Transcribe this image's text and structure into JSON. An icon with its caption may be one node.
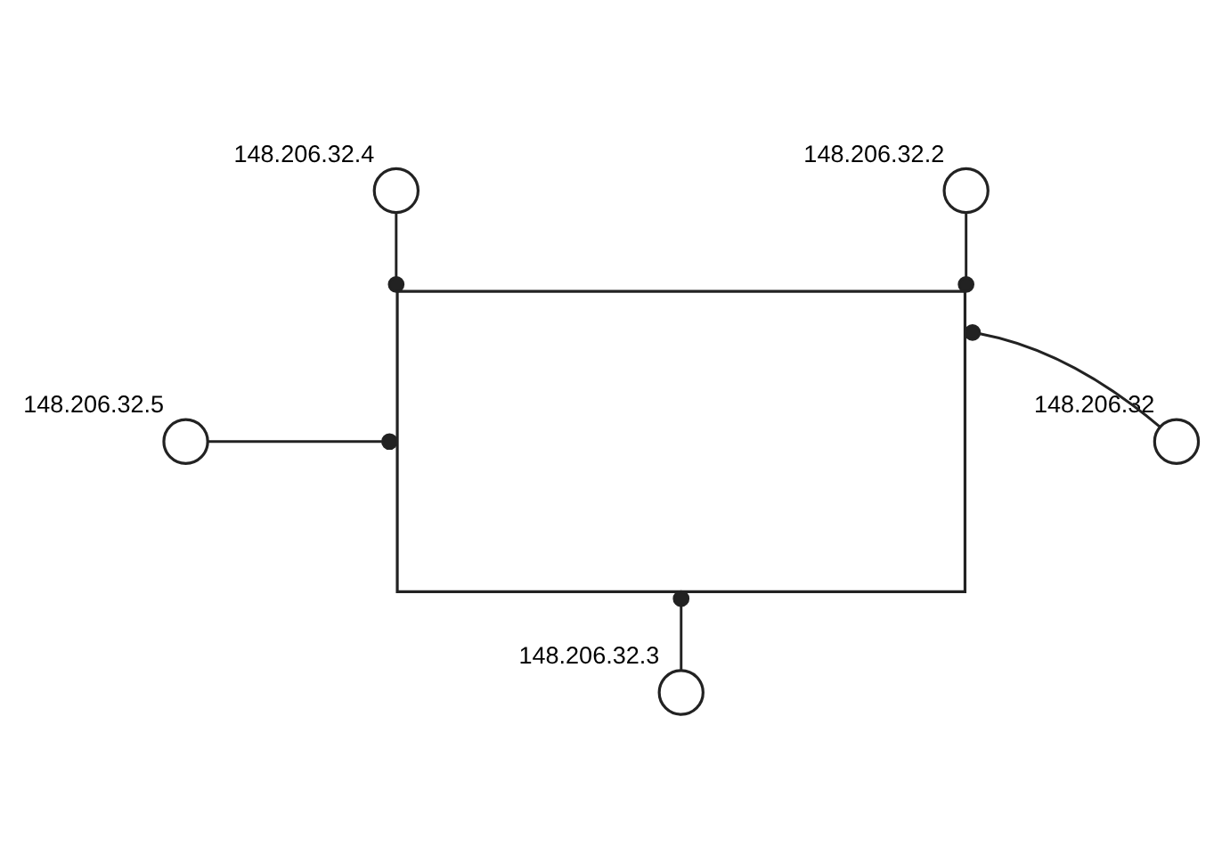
{
  "diagram": {
    "nodes": [
      {
        "text": [],
        "shape": "box"
      },
      {
        "text": [],
        "shape": "circle",
        "beside": [
          "148.206.32.4"
        ]
      },
      {
        "text": [],
        "shape": "circle",
        "beside": [
          "148.206.32.2"
        ]
      },
      {
        "text": [],
        "shape": "circle",
        "beside": [
          "148.206.32.5"
        ]
      },
      {
        "text": [],
        "shape": "circle",
        "beside": [
          "148.206.32"
        ]
      },
      {
        "text": [],
        "shape": "circle",
        "beside": [
          "148.206.32.3"
        ]
      }
    ],
    "edges": [
      {
        "from": 1,
        "to": 0,
        "arrow": "other"
      },
      {
        "from": 2,
        "to": 0,
        "arrow": "other"
      },
      {
        "from": 3,
        "to": 0,
        "arrow": "other"
      },
      {
        "from": 4,
        "to": 0,
        "arrow": "other"
      },
      {
        "from": 5,
        "to": 0,
        "arrow": "other"
      }
    ]
  }
}
